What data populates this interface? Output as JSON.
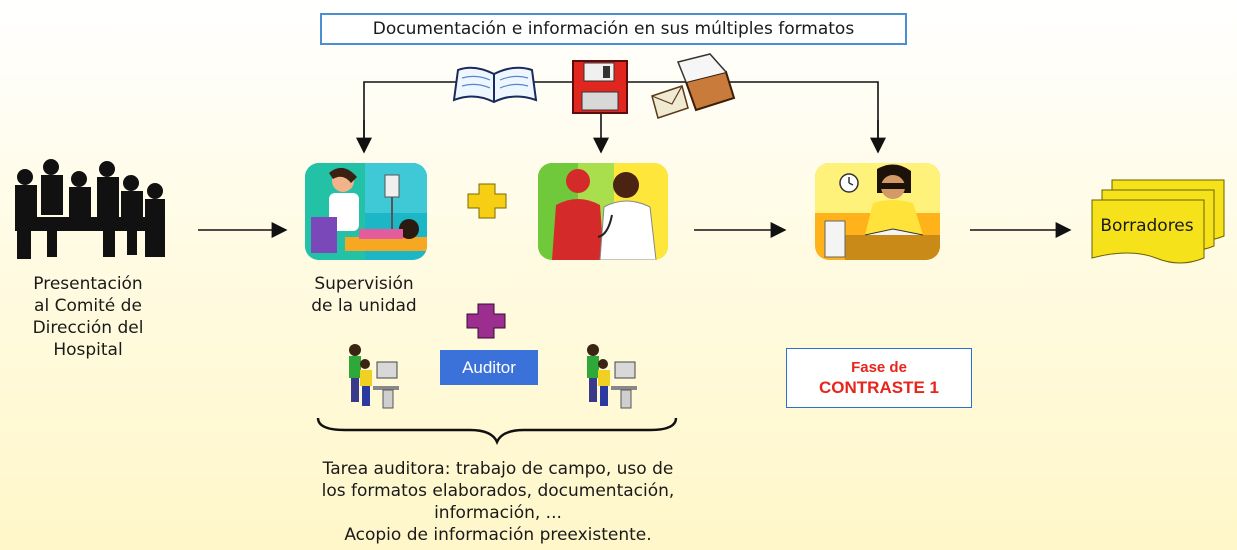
{
  "header": {
    "title": "Documentación e información en sus múltiples formatos"
  },
  "nodes": {
    "presentacion": "Presentación al Comité de Dirección del Hospital",
    "presentacion_lines": [
      "Presentación",
      "al Comité de",
      "Dirección del",
      "Hospital"
    ],
    "supervision_lines": [
      "Supervisión",
      "de la unidad"
    ],
    "borradores": "Borradores",
    "auditor": "Auditor",
    "fase_lines": [
      "Fase de",
      "CONTRASTE 1"
    ]
  },
  "footer": {
    "lines": [
      "Tarea auditora: trabajo de campo, uso de",
      "los formatos elaborados, documentación,",
      "información, ...",
      "Acopio de información preexistente."
    ]
  },
  "colors": {
    "box_border": "#4a8fd0",
    "fase_text": "#e8251a",
    "auditor_bg": "#3b72d9",
    "plus_yellow": "#f6cf14",
    "plus_purple": "#9b2e8e",
    "borradores_fill": "#f6e21a"
  }
}
